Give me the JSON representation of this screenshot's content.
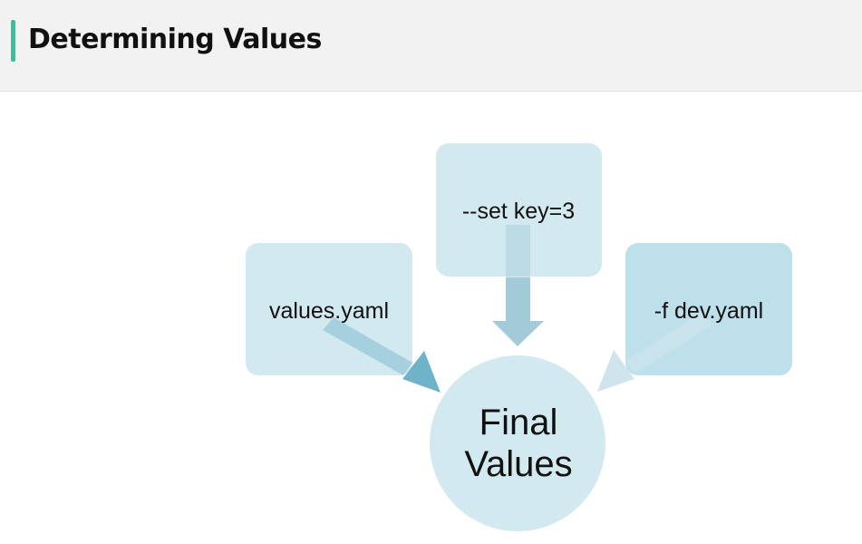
{
  "slide": {
    "title": "Determining Values",
    "accent_color": "#3dbf9f"
  },
  "diagram": {
    "sources": {
      "left": {
        "label": "values.yaml",
        "color": "#d2e9f0"
      },
      "top": {
        "label": "--set key=3",
        "color": "#d2e9f0"
      },
      "right": {
        "label": "-f dev.yaml",
        "color": "#bde0ea"
      }
    },
    "target": {
      "line1": "Final",
      "line2": "Values",
      "color": "#d2e9f0"
    },
    "arrows": {
      "left_color": "#6fb3c8",
      "top_color": "#a3cad8",
      "right_color": "#cfe4ec"
    }
  }
}
